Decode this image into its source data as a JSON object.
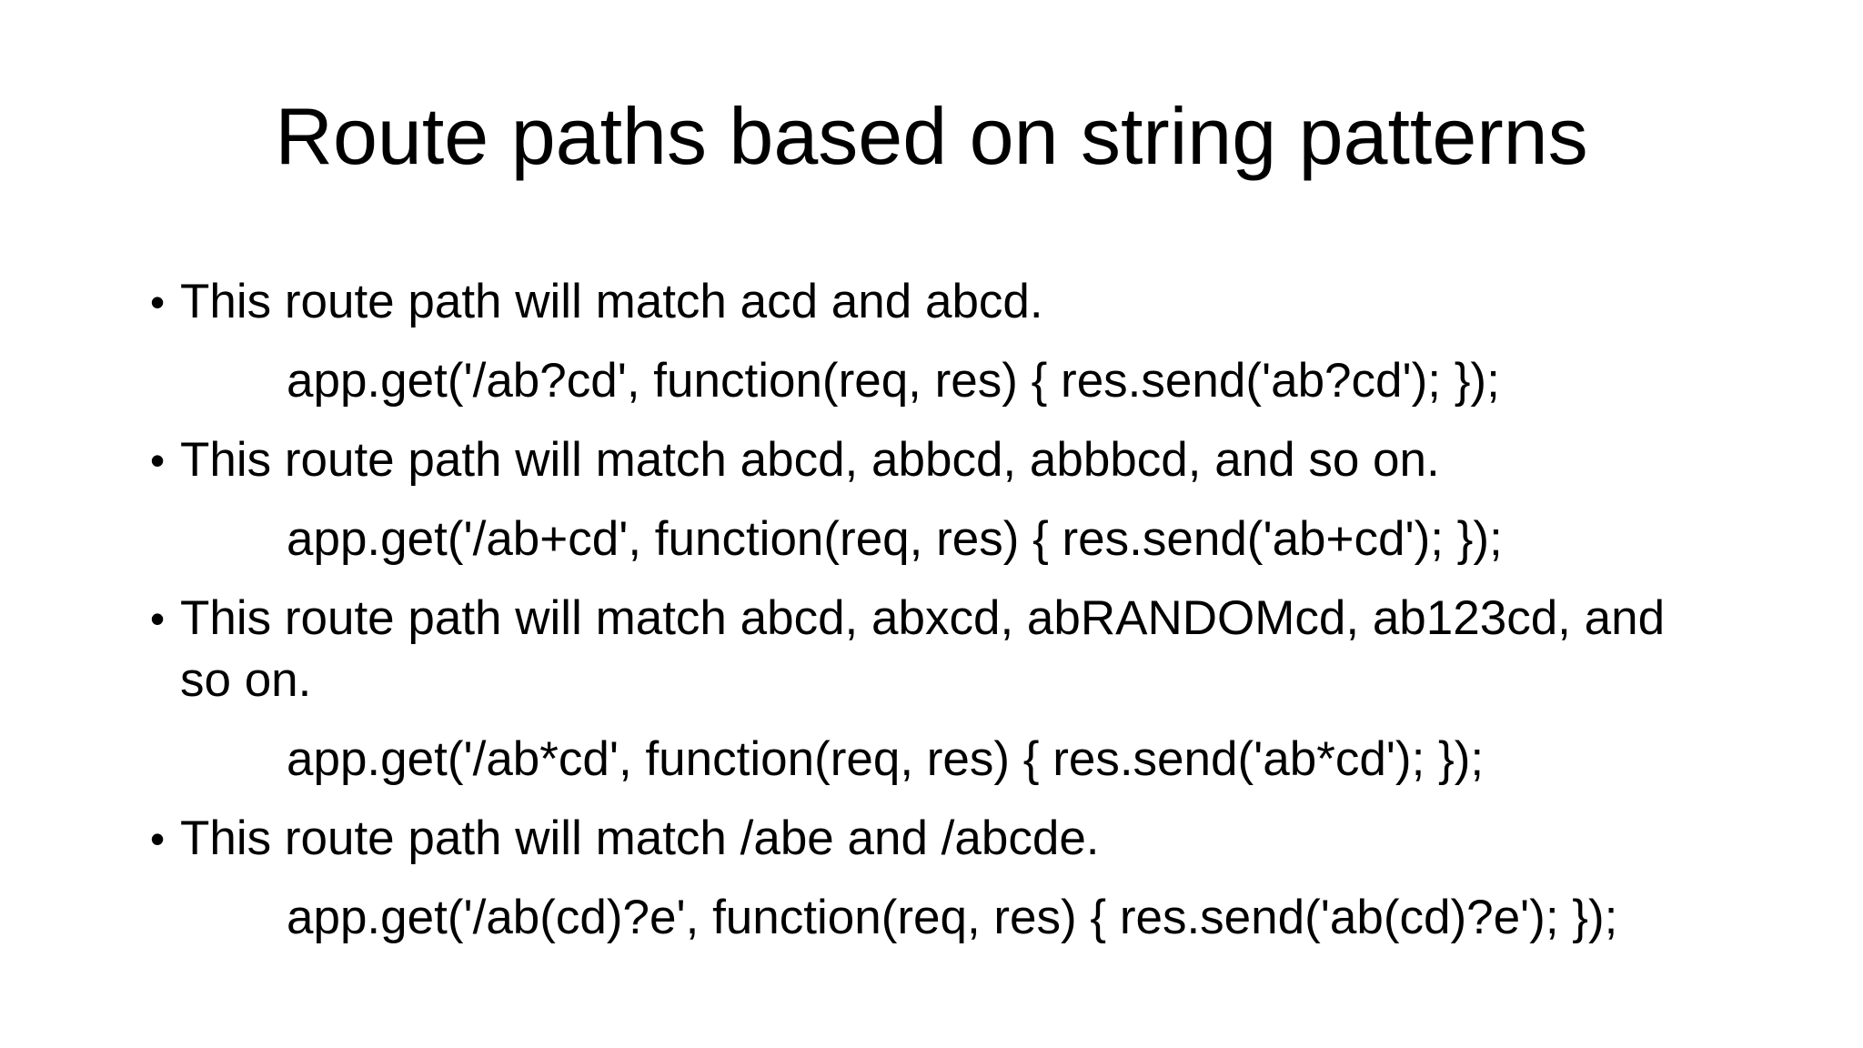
{
  "slide": {
    "title": "Route paths based on string patterns",
    "bullet_char": "•",
    "colors": {
      "background": "#ffffff",
      "text": "#000000"
    },
    "items": [
      {
        "text": "This route path will match acd and abcd.",
        "code": "app.get('/ab?cd', function(req, res) { res.send('ab?cd'); });"
      },
      {
        "text": "This route path will match abcd, abbcd, abbbcd, and so on.",
        "code": "app.get('/ab+cd', function(req, res) { res.send('ab+cd'); });"
      },
      {
        "text": "This route path will match abcd, abxcd, abRANDOMcd, ab123cd, and so on.",
        "code": "app.get('/ab*cd', function(req, res) { res.send('ab*cd'); });"
      },
      {
        "text": "This route path will match /abe and /abcde.",
        "code": "app.get('/ab(cd)?e', function(req, res) { res.send('ab(cd)?e'); });"
      }
    ]
  }
}
